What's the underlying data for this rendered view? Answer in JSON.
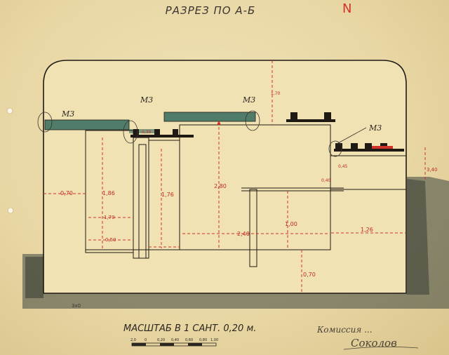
{
  "drawing": {
    "title": "РАЗРЕЗ ПО А-Б",
    "corner_mark": "N",
    "scale_label": "МАСШТАБ В 1 САНТ. 0,20 м.",
    "scale_ticks": [
      "2,0",
      "0",
      "0,20",
      "0,40",
      "0,60",
      "0,80",
      "1,00"
    ],
    "signature_line1": "Комиссия ...",
    "signature_line2": "Соколов",
    "bottom_note": "3х0"
  },
  "material_labels": [
    "М3",
    "М3",
    "М3",
    "М3"
  ],
  "dimensions": {
    "d1": "1,70",
    "d2": "0,30",
    "d3": "1,86",
    "d4": "1,76",
    "d5": "2,80",
    "d6": "1,70",
    "d7": "0,70",
    "d8": "0,50",
    "d9": "2,40",
    "d10": "1,00",
    "d11": "1,26",
    "d12": "0,70",
    "d13": "0,40",
    "d14": "0,45",
    "d15": "3,40"
  },
  "colors": {
    "paper": "#e9d9a8",
    "ink": "#1f1a14",
    "dimension_red": "#d0332a",
    "slab_green": "#4f7d6a",
    "ground_hatch": "#2b2f2a"
  }
}
